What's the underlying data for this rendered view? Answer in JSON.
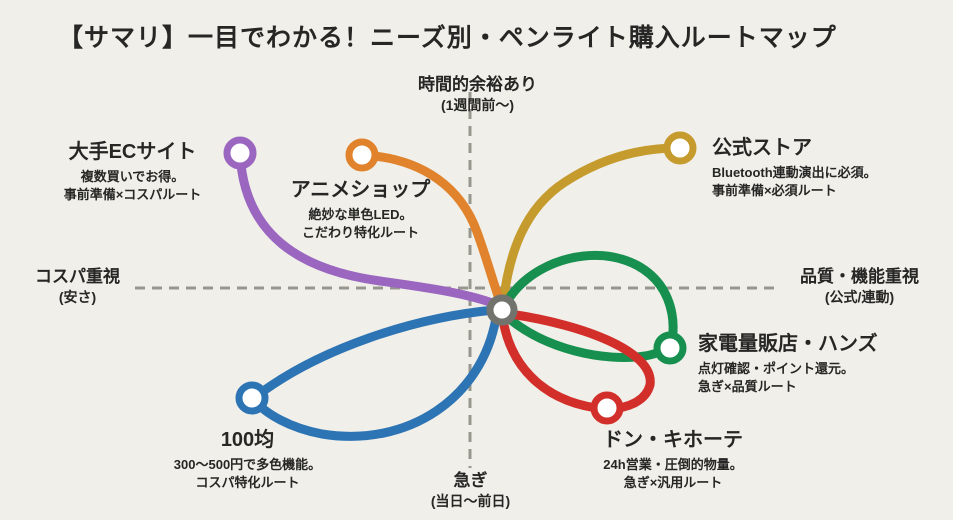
{
  "title": "【サマリ】一目でわかる！ニーズ別・ペンライト購入ルートマップ",
  "axes": {
    "top": {
      "label": "時間的余裕あり",
      "sub": "(1週間前〜)"
    },
    "bottom": {
      "label": "急ぎ",
      "sub": "(当日〜前日)"
    },
    "left": {
      "label": "コスパ重視",
      "sub": "(安さ)"
    },
    "right": {
      "label": "品質・機能重視",
      "sub": "(公式/連動)"
    }
  },
  "stations": [
    {
      "name": "大手ECサイト",
      "desc1": "複数買いでお得。",
      "desc2": "事前準備×コスパルート",
      "color": "#9a66c0"
    },
    {
      "name": "アニメショップ",
      "desc1": "絶妙な単色LED。",
      "desc2": "こだわり特化ルート",
      "color": "#e0832c"
    },
    {
      "name": "公式ストア",
      "desc1": "Bluetooth連動演出に必須。",
      "desc2": "事前準備×必須ルート",
      "color": "#c49b2c"
    },
    {
      "name": "家電量販店・ハンズ",
      "desc1": "点灯確認・ポイント還元。",
      "desc2": "急ぎ×品質ルート",
      "color": "#17904f"
    },
    {
      "name": "ドン・キホーテ",
      "desc1": "24h営業・圧倒的物量。",
      "desc2": "急ぎ×汎用ルート",
      "color": "#d32f2a"
    },
    {
      "name": "100均",
      "desc1": "300〜500円で多色機能。",
      "desc2": "コスパ特化ルート",
      "color": "#2d74b4"
    }
  ],
  "colors": {
    "background": "#f0efe9",
    "axis": "#98978f",
    "center_node": "#73736e",
    "text": "#262624"
  }
}
